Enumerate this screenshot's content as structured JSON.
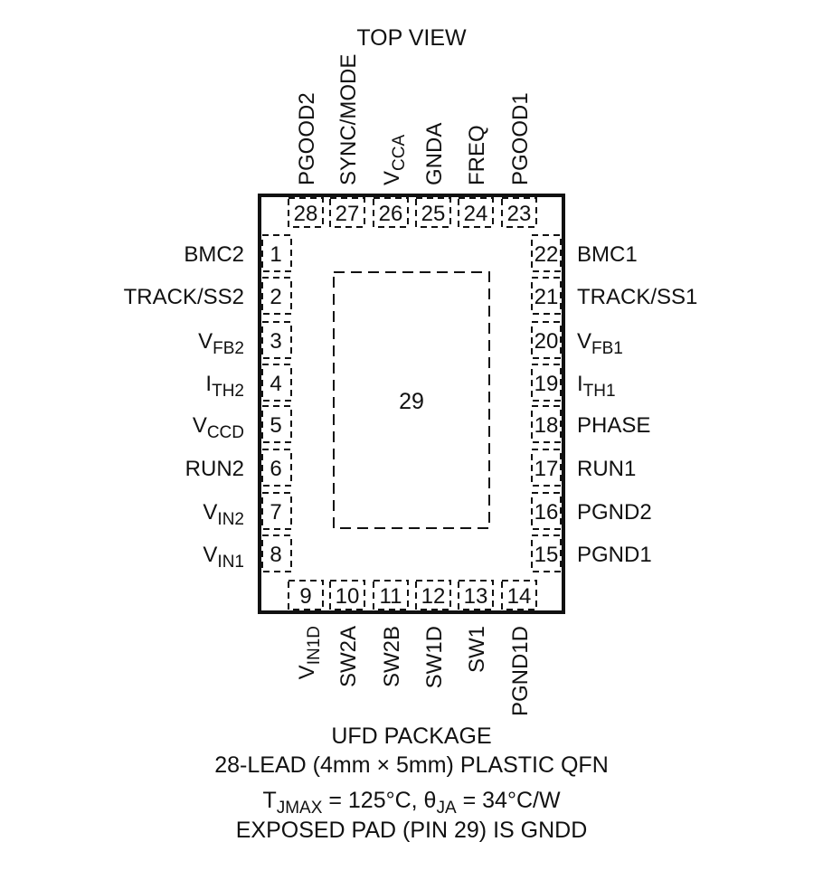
{
  "view_title": "TOP VIEW",
  "exposed_pad": {
    "number": "29"
  },
  "pins": {
    "left": [
      {
        "num": "1",
        "name": "BMC2"
      },
      {
        "num": "2",
        "name": "TRACK/SS2"
      },
      {
        "num": "3",
        "name": "V",
        "sub": "FB2"
      },
      {
        "num": "4",
        "name": "I",
        "sub": "TH2"
      },
      {
        "num": "5",
        "name": "V",
        "sub": "CCD"
      },
      {
        "num": "6",
        "name": "RUN2"
      },
      {
        "num": "7",
        "name": "V",
        "sub": "IN2"
      },
      {
        "num": "8",
        "name": "V",
        "sub": "IN1"
      }
    ],
    "bottom": [
      {
        "num": "9",
        "name": "V",
        "sub": "IN1D"
      },
      {
        "num": "10",
        "name": "SW2A"
      },
      {
        "num": "11",
        "name": "SW2B"
      },
      {
        "num": "12",
        "name": "SW1D"
      },
      {
        "num": "13",
        "name": "SW1"
      },
      {
        "num": "14",
        "name": "PGND1D"
      }
    ],
    "right": [
      {
        "num": "22",
        "name": "BMC1"
      },
      {
        "num": "21",
        "name": "TRACK/SS1"
      },
      {
        "num": "20",
        "name": "V",
        "sub": "FB1"
      },
      {
        "num": "19",
        "name": "I",
        "sub": "TH1"
      },
      {
        "num": "18",
        "name": "PHASE"
      },
      {
        "num": "17",
        "name": "RUN1"
      },
      {
        "num": "16",
        "name": "PGND2"
      },
      {
        "num": "15",
        "name": "PGND1"
      }
    ],
    "top": [
      {
        "num": "28",
        "name": "PGOOD2"
      },
      {
        "num": "27",
        "name": "SYNC/MODE"
      },
      {
        "num": "26",
        "name": "V",
        "sub": "CCA"
      },
      {
        "num": "25",
        "name": "GNDA"
      },
      {
        "num": "24",
        "name": "FREQ"
      },
      {
        "num": "23",
        "name": "PGOOD1"
      }
    ]
  },
  "caption": {
    "package": "UFD PACKAGE",
    "lead": "28-LEAD (4mm × 5mm) PLASTIC QFN",
    "thermal": [
      {
        "text": "T"
      },
      {
        "text": "JMAX",
        "sub": true
      },
      {
        "text": " = 125°C, θ"
      },
      {
        "text": "JA",
        "sub": true
      },
      {
        "text": " = 34°C/W"
      }
    ],
    "note": "EXPOSED PAD (PIN 29) IS GNDD"
  }
}
